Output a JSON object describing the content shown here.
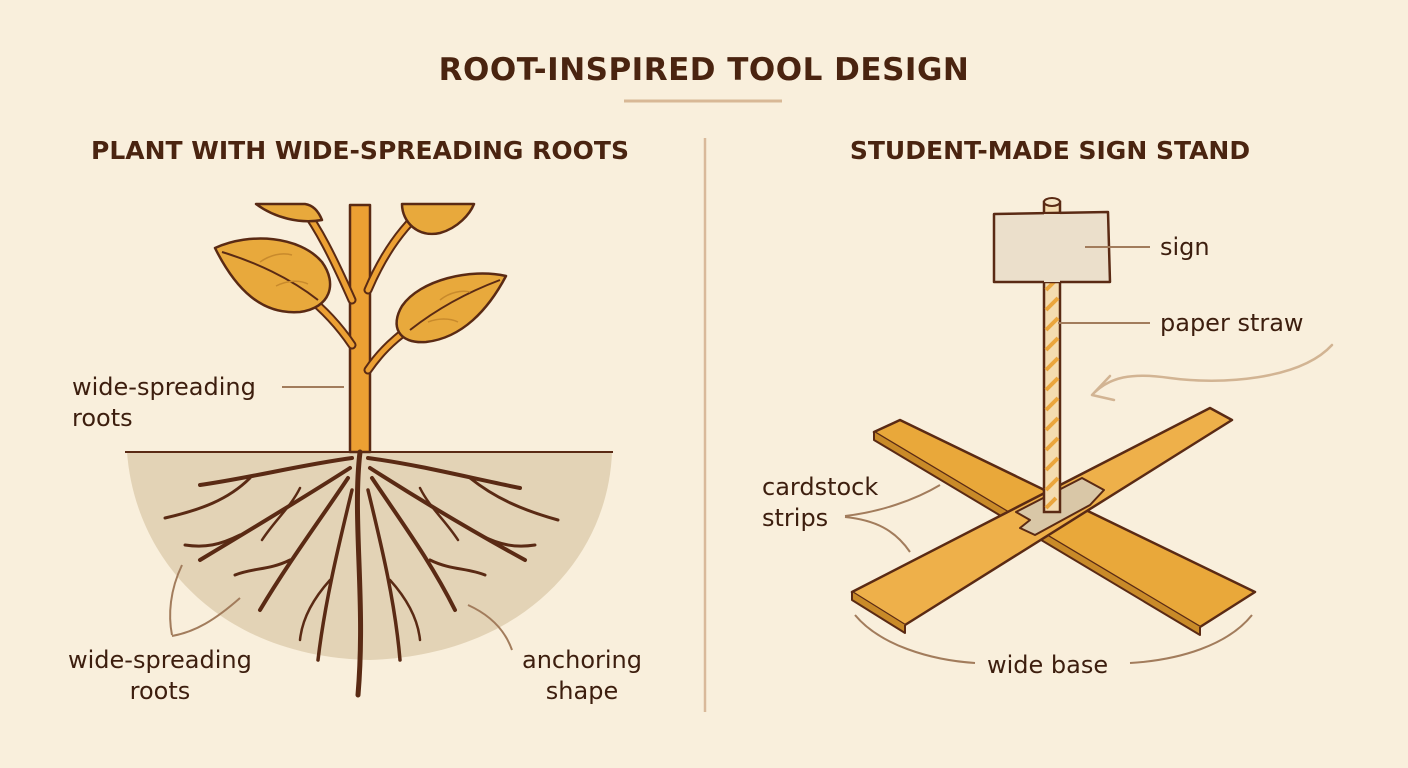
{
  "title": "ROOT-INSPIRED TOOL DESIGN",
  "left_panel": {
    "heading": "PLANT WITH WIDE-SPREADING ROOTS",
    "labels": {
      "upper_roots": [
        "wide-spreading",
        "roots"
      ],
      "lower_roots": [
        "wide-spreading",
        "roots"
      ],
      "anchoring": [
        "anchoring",
        "shape"
      ]
    }
  },
  "right_panel": {
    "heading": "STUDENT-MADE SIGN STAND",
    "labels": {
      "sign": "sign",
      "paper_straw": "paper straw",
      "cardstock": [
        "cardstock",
        "strips"
      ],
      "wide_base": "wide base"
    }
  },
  "colors": {
    "background": "#f9efdc",
    "text": "#3d1e0e",
    "leaf": "#e8a93c",
    "stem": "#eca033",
    "soil": "#e3d3b6",
    "root": "#5a2a14",
    "strip": "#e9a83a",
    "sign": "#ebdfcb",
    "divider": "#d9b99a"
  }
}
